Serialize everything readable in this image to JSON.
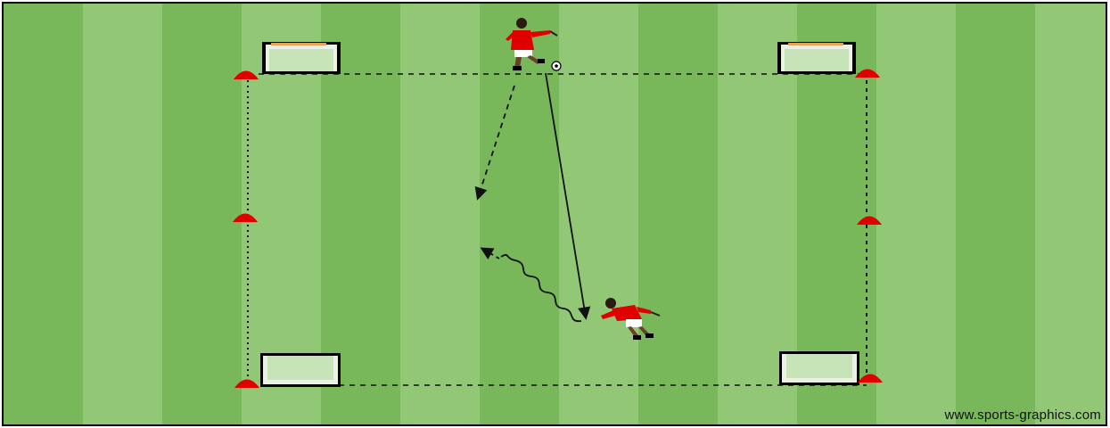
{
  "diagram": {
    "kind": "soccer-drill",
    "watermark": "www.sports-graphics.com",
    "colors": {
      "grass_dark": "#79b75b",
      "grass_light": "#92c775",
      "border": "#000000",
      "cone": "#e00000",
      "jersey": "#e00000",
      "goal_frame": "#e9f2e4",
      "goal_net": "#b9dca8",
      "line": "#111111"
    },
    "counts": {
      "mini_goals": 4,
      "cones": 6,
      "players": 2,
      "balls": 1
    }
  }
}
